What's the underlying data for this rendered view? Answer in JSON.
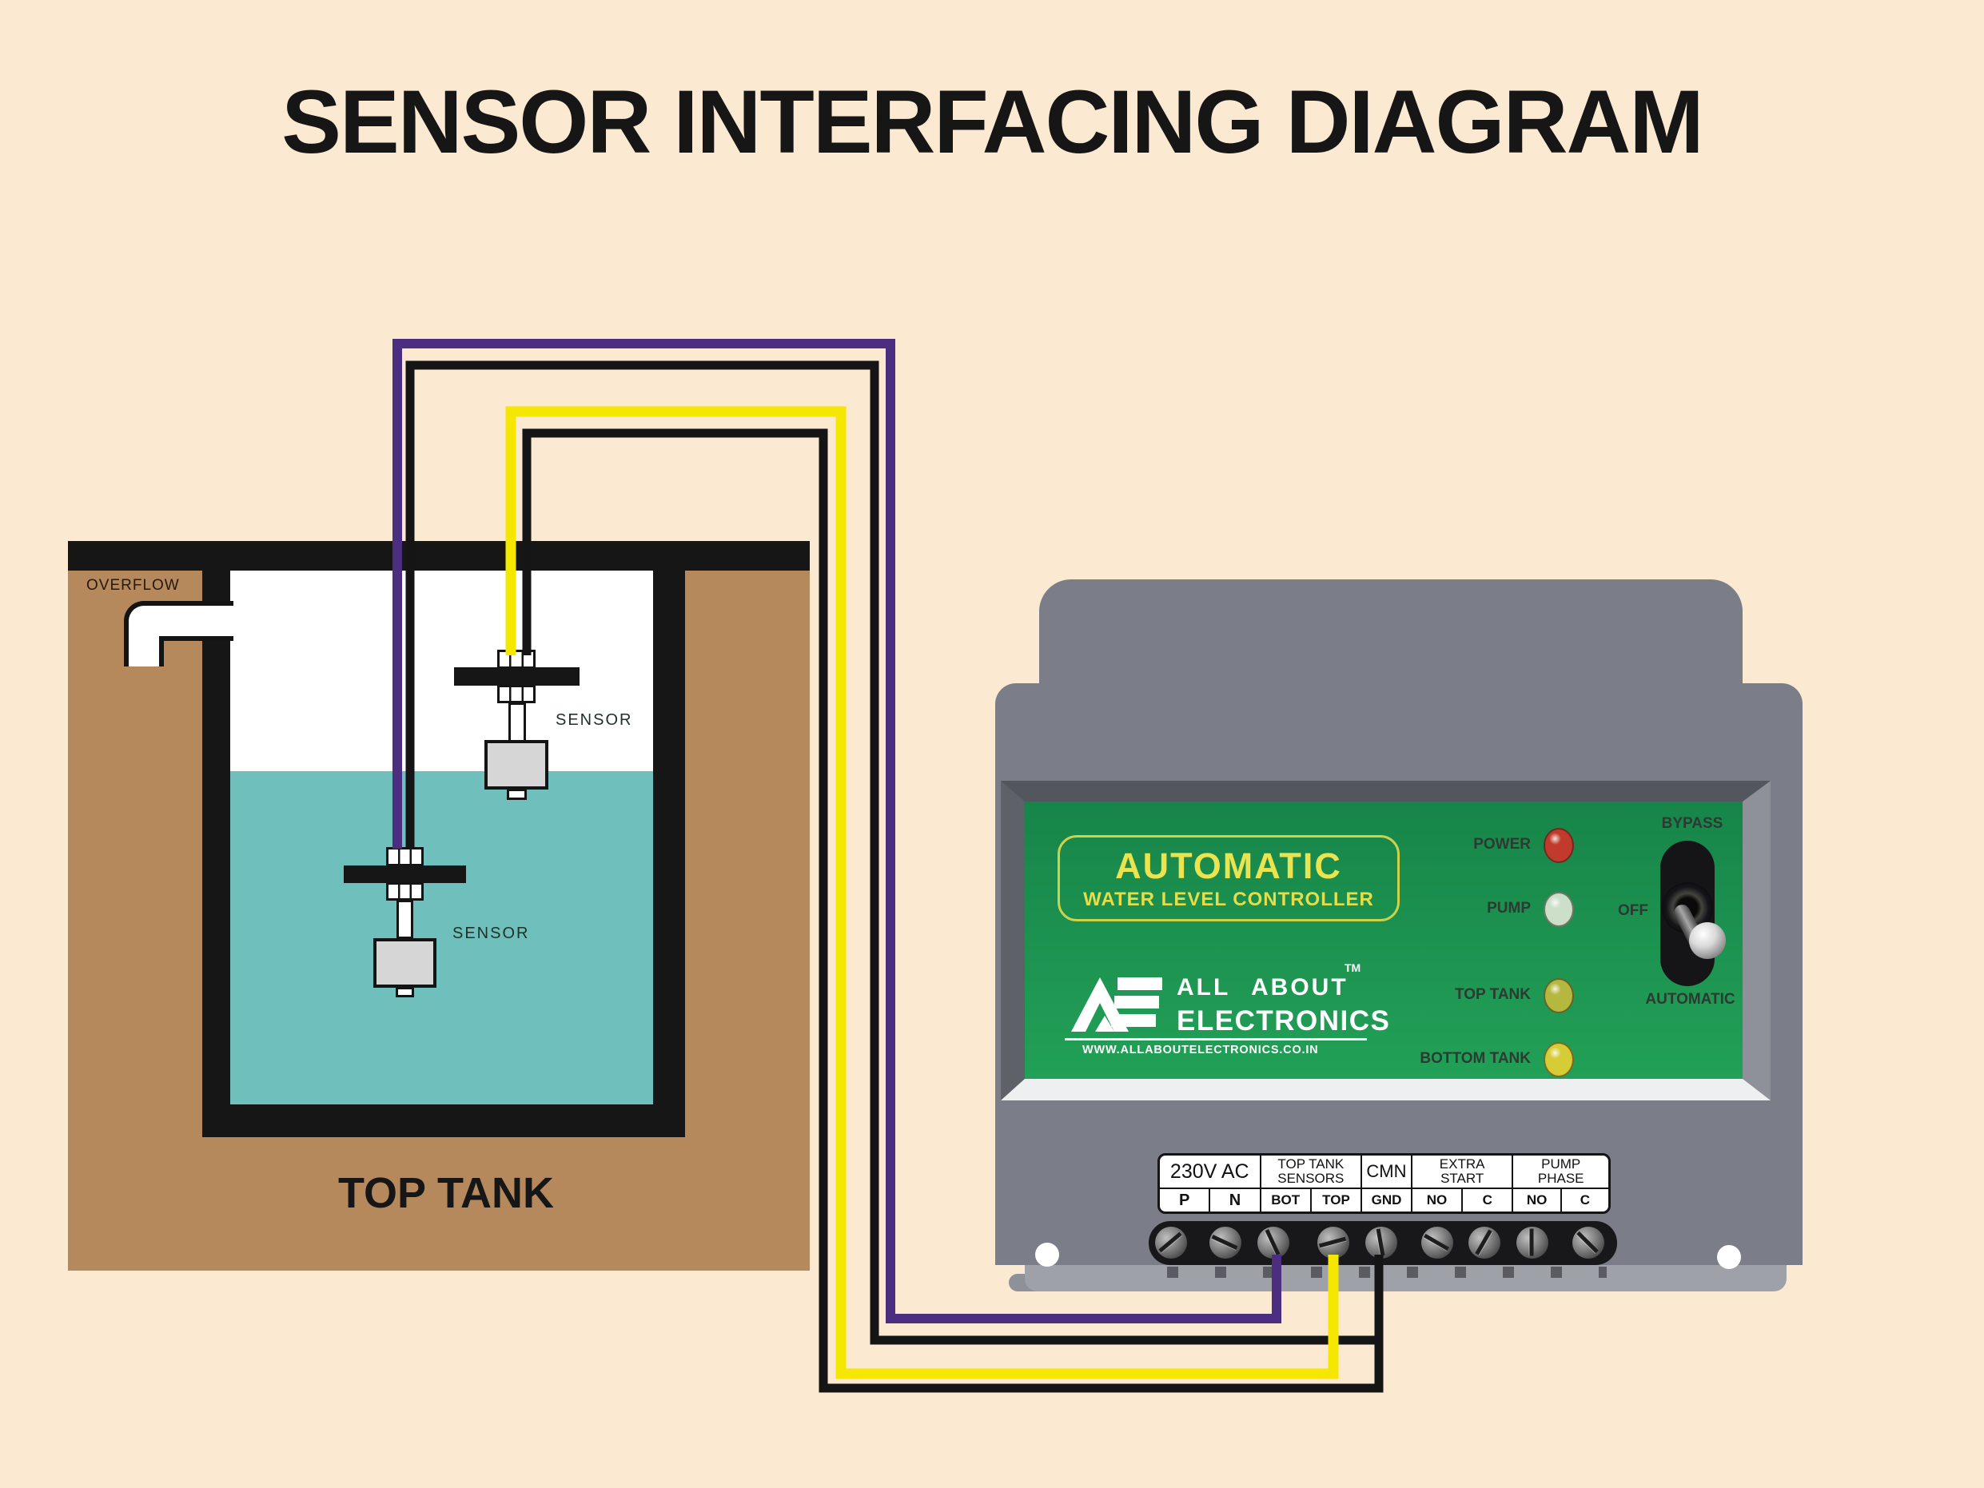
{
  "title": "SENSOR INTERFACING DIAGRAM",
  "tank": {
    "overflow_label": "OVERFLOW",
    "name": "TOP TANK",
    "upper_sensor_label": "SENSOR",
    "lower_sensor_label": "SENSOR"
  },
  "controller": {
    "badge": {
      "line1": "AUTOMATIC",
      "line2": "WATER LEVEL CONTROLLER"
    },
    "brand": {
      "name_top": "ALL ABOUT",
      "tm": "TM",
      "name_bottom": "ELECTRONICS",
      "website": "WWW.ALLABOUTELECTRONICS.CO.IN"
    },
    "leds": [
      {
        "label": "POWER",
        "color": "#c13a2c"
      },
      {
        "label": "PUMP",
        "color": "#ccdfc8"
      },
      {
        "label": "TOP TANK",
        "color": "#b4b83e"
      },
      {
        "label": "BOTTOM TANK",
        "color": "#d6cc35"
      }
    ],
    "switch": {
      "up": "BYPASS",
      "middle": "OFF",
      "down": "AUTOMATIC"
    },
    "terminals": {
      "groups": [
        {
          "label": "230V AC",
          "cells": [
            "P",
            "N"
          ]
        },
        {
          "label": "TOP TANK\nSENSORS",
          "cells": [
            "BOT",
            "TOP"
          ]
        },
        {
          "label": "CMN",
          "cells": [
            "GND"
          ]
        },
        {
          "label": "EXTRA\nSTART",
          "cells": [
            "NO",
            "C"
          ]
        },
        {
          "label": "PUMP\nPHASE",
          "cells": [
            "NO",
            "C"
          ]
        }
      ]
    }
  },
  "wires": {
    "bottom_sensor_signal": "#4b2e80",
    "top_sensor_signal": "#f5e700",
    "common": "#151515"
  },
  "colors": {
    "background": "#fbe9d1",
    "wall_brown": "#b5895c",
    "water_teal": "#6fc0bd",
    "panel_green": "#1e9550",
    "case_gray": "#7b7d88"
  }
}
